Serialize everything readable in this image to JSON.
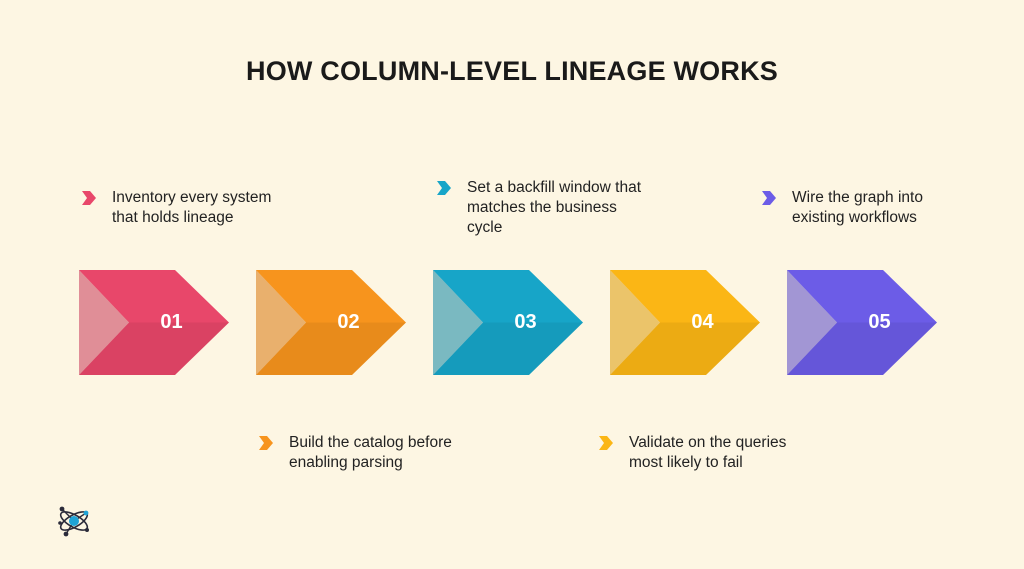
{
  "title": "HOW COLUMN-LEVEL LINEAGE WORKS",
  "steps": [
    {
      "number": "01",
      "text": "Inventory every system that holds lineage",
      "color": "#e8476a",
      "shade": "#c9385a",
      "position": "top"
    },
    {
      "number": "02",
      "text": "Build the catalog before enabling parsing",
      "color": "#f7941d",
      "shade": "#d9770c",
      "position": "bottom"
    },
    {
      "number": "03",
      "text": "Set a backfill window that matches the business cycle",
      "color": "#17a5c8",
      "shade": "#0f86a6",
      "position": "top"
    },
    {
      "number": "04",
      "text": "Validate on the queries most likely to fail",
      "color": "#fbb615",
      "shade": "#dc9a08",
      "position": "bottom"
    },
    {
      "number": "05",
      "text": "Wire the graph into existing workflows",
      "color": "#6c5ce7",
      "shade": "#5847c9",
      "position": "top"
    }
  ],
  "logo": {
    "icon": "network-atom-logo-icon",
    "accent": "#1fa3d6"
  }
}
